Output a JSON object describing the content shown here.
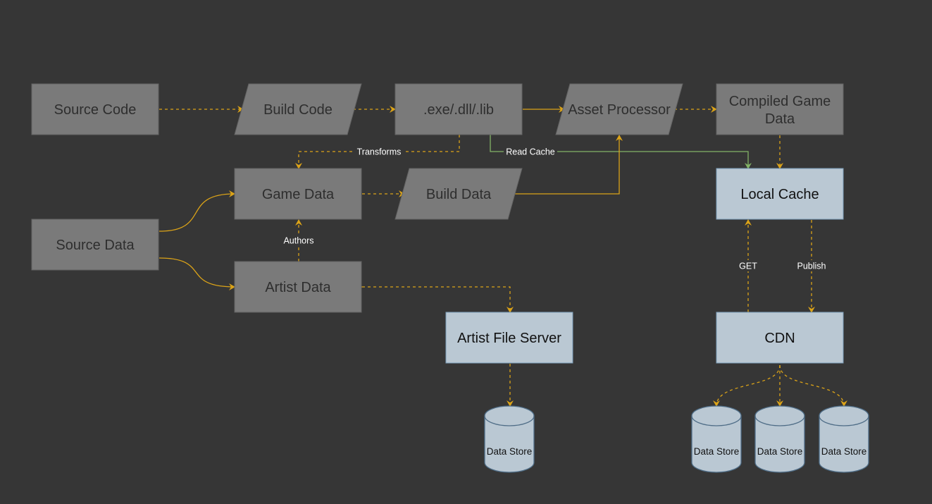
{
  "colors": {
    "background": "#363636",
    "grey_node_fill": "#7a7a7a",
    "grey_node_stroke": "#636363",
    "grey_node_text": "#2e2e2e",
    "blue_node_fill": "#bac8d3",
    "blue_node_stroke": "#7a9cb8",
    "blue_node_text": "#111111",
    "edge_orange": "#dba318",
    "edge_green": "#82b366",
    "edge_label": "#ffffff"
  },
  "nodes": {
    "source_code": "Source Code",
    "build_code": "Build Code",
    "binaries": ".exe/.dll/.lib",
    "asset_processor": "Asset Processor",
    "compiled_game_data_line1": "Compiled Game",
    "compiled_game_data_line2": "Data",
    "game_data": "Game Data",
    "build_data": "Build Data",
    "local_cache": "Local Cache",
    "source_data": "Source Data",
    "artist_data": "Artist Data",
    "artist_file_server": "Artist File Server",
    "cdn": "CDN",
    "data_store_artist": "Data Store",
    "data_store_cdn_1": "Data Store",
    "data_store_cdn_2": "Data Store",
    "data_store_cdn_3": "Data Store"
  },
  "edge_labels": {
    "transforms": "Transforms",
    "read_cache": "Read Cache",
    "authors": "Authors",
    "get": "GET",
    "publish": "Publish"
  }
}
